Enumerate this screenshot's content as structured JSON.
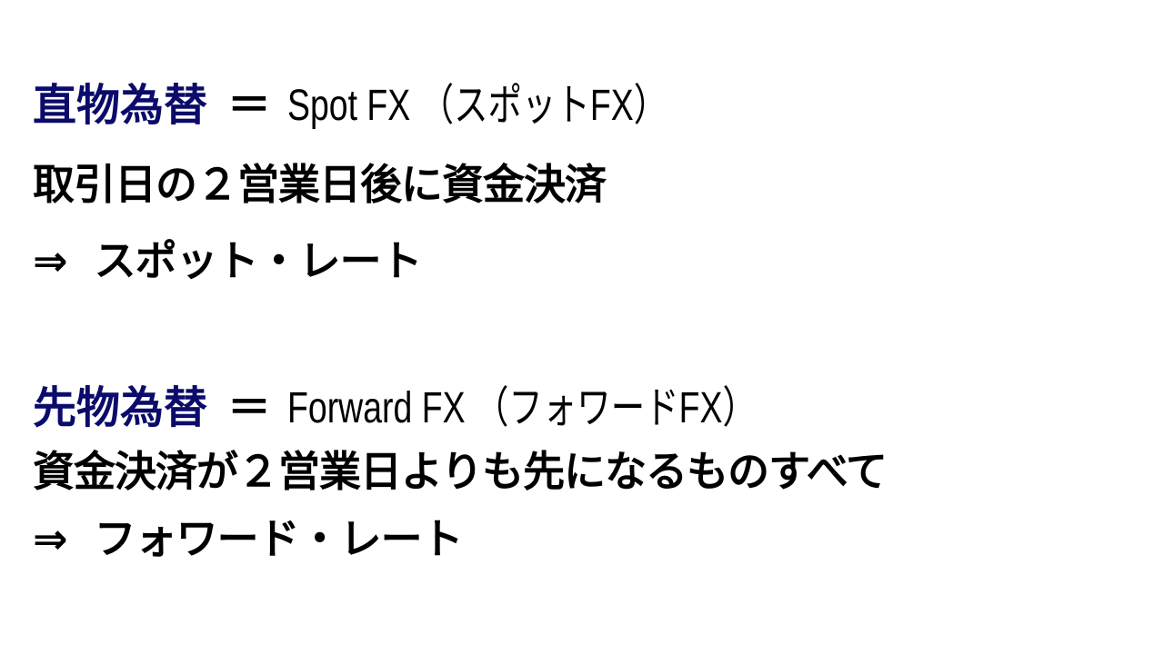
{
  "slide": {
    "spot": {
      "term": "直物為替",
      "equals": "＝",
      "english": "Spot FX",
      "reading": "（スポットFX）",
      "definition": "取引日の２営業日後に資金決済",
      "arrow": "⇒",
      "rate": "スポット・レート"
    },
    "forward": {
      "term": "先物為替",
      "equals": "＝",
      "english": "Forward FX",
      "reading": "（フォワードFX）",
      "definition": "資金決済が２営業日よりも先になるものすべて",
      "arrow": "⇒",
      "rate": "フォワード・レート"
    },
    "colors": {
      "term": "#0b0b6b",
      "text": "#000000",
      "background": "#ffffff"
    }
  }
}
